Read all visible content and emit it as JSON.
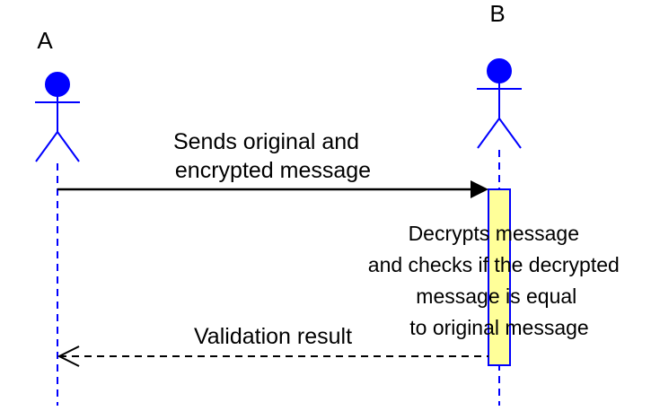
{
  "actors": [
    {
      "id": "A",
      "label": "A"
    },
    {
      "id": "B",
      "label": "B"
    }
  ],
  "messages": [
    {
      "from": "A",
      "to": "B",
      "style": "solid",
      "label_lines": [
        "Sends original and",
        "encrypted message"
      ]
    },
    {
      "from": "B",
      "to": "A",
      "style": "dashed",
      "label_lines": [
        "Validation result"
      ]
    }
  ],
  "activation_note": {
    "actor": "B",
    "lines": [
      "Decrypts message",
      "and checks if the decrypted",
      "message is equal",
      "to original message"
    ]
  },
  "colors": {
    "actor": "#0000ff",
    "lifeline": "#0000ff",
    "activation_fill": "#ffff99",
    "activation_stroke": "#0000ff",
    "arrow": "#000000",
    "text": "#000000"
  }
}
